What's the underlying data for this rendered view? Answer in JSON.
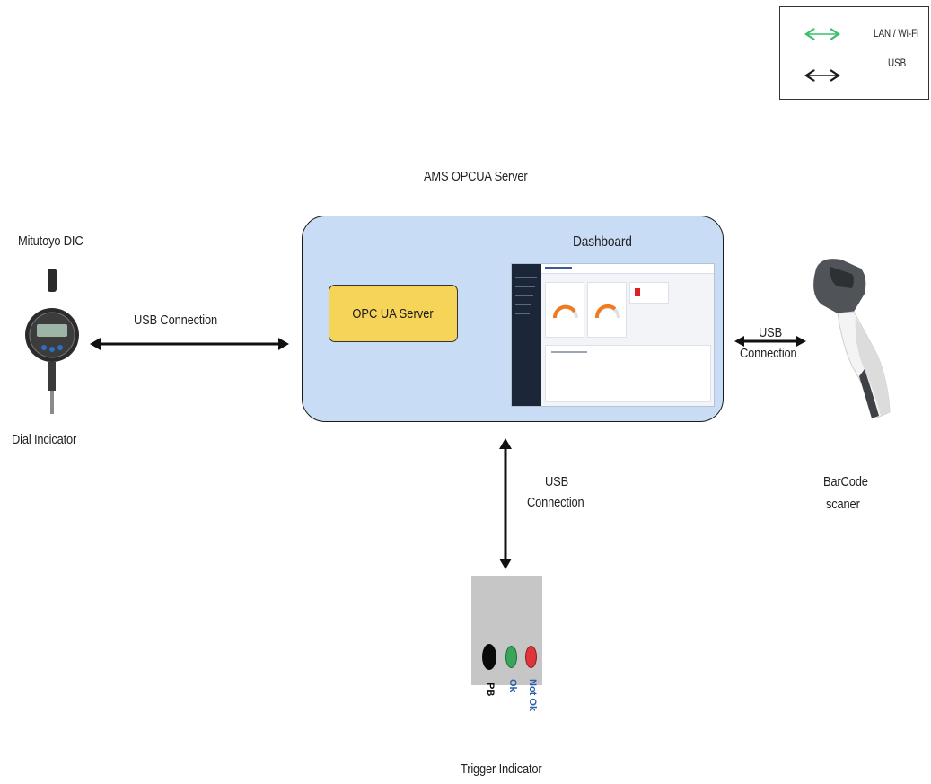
{
  "legend": {
    "wireless_label": "LAN / Wi-Fi",
    "usb_label": "USB",
    "wireless_color": "#3cbf6e",
    "usb_color": "#1a1a1a"
  },
  "server": {
    "title": "AMS OPCUA Server",
    "opc_label": "OPC UA Server",
    "dashboard_label": "Dashboard",
    "fill_color": "#c9dcf5",
    "opc_fill_color": "#f6d458"
  },
  "dial_indicator": {
    "top_label": "Mitutoyo DIC",
    "bottom_label": "Dial Incicator"
  },
  "barcode": {
    "label_line1": "BarCode",
    "label_line2": "scaner"
  },
  "trigger": {
    "label": "Trigger Indicator",
    "buttons": [
      {
        "label": "PB",
        "color": "#0a0a0a"
      },
      {
        "label": "Ok",
        "color": "#3aa55a"
      },
      {
        "label": "Not Ok",
        "color": "#e0343c"
      }
    ]
  },
  "connections": {
    "left_label": "USB Connection",
    "right_line1": "USB",
    "right_line2": "Connection",
    "bottom_line1": "USB",
    "bottom_line2": "Connection"
  }
}
